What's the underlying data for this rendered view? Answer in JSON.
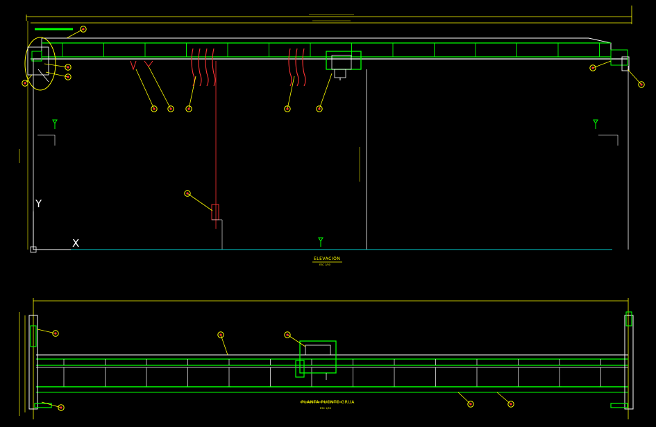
{
  "drawing": {
    "background_color": "#000000",
    "palette": {
      "dimension": "#ffff00",
      "structure": "#00ff00",
      "outline": "#ffffff",
      "hoist": "#ff3333",
      "floor": "#00cccc",
      "callout": "#ffff00"
    }
  },
  "ucs": {
    "x_label": "X",
    "y_label": "Y"
  },
  "views": {
    "elevation": {
      "title": "ELEVACIÓN",
      "scale": "ESC 1/50"
    },
    "plan": {
      "title": "PLANTA PUENTE GRUA",
      "scale": "ESC 1/50"
    }
  },
  "icons": [
    "ucs-icon",
    "callout-bubble",
    "level-marker-icon"
  ]
}
